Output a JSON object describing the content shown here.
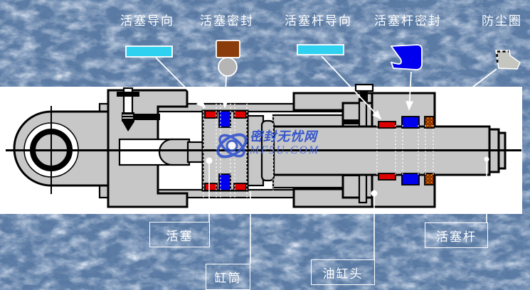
{
  "legend": {
    "items": [
      {
        "label": "活塞导向",
        "icon": "guide-strip-cyan"
      },
      {
        "label": "活塞密封",
        "icon": "piston-seal-brown-with-oring"
      },
      {
        "label": "活塞杆导向",
        "icon": "rod-guide-strip-cyan"
      },
      {
        "label": "活塞杆密封",
        "icon": "rod-u-cup-seal-blue"
      },
      {
        "label": "防尘圈",
        "icon": "wiper-seal-gray"
      }
    ]
  },
  "parts": {
    "items": [
      {
        "label": "活塞"
      },
      {
        "label": "缸筒"
      },
      {
        "label": "油缸头"
      },
      {
        "label": "活塞杆"
      }
    ]
  },
  "watermark": {
    "line1": "密封无忧网",
    "line2": "MF5U.COM"
  },
  "colors": {
    "background_blue": "#5a7aa3",
    "band_white": "#ffffff",
    "metal_gray": "#c7c7c7",
    "guide_cyan": "#2ed1ef",
    "seal_brown": "#8a3c0a",
    "oring_gray": "#b5b5b5",
    "seal_blue": "#0000ee",
    "seal_red": "#dd0000",
    "wiper_gray": "#c6c6c0",
    "watermark_blue": "#2b4ecc"
  }
}
